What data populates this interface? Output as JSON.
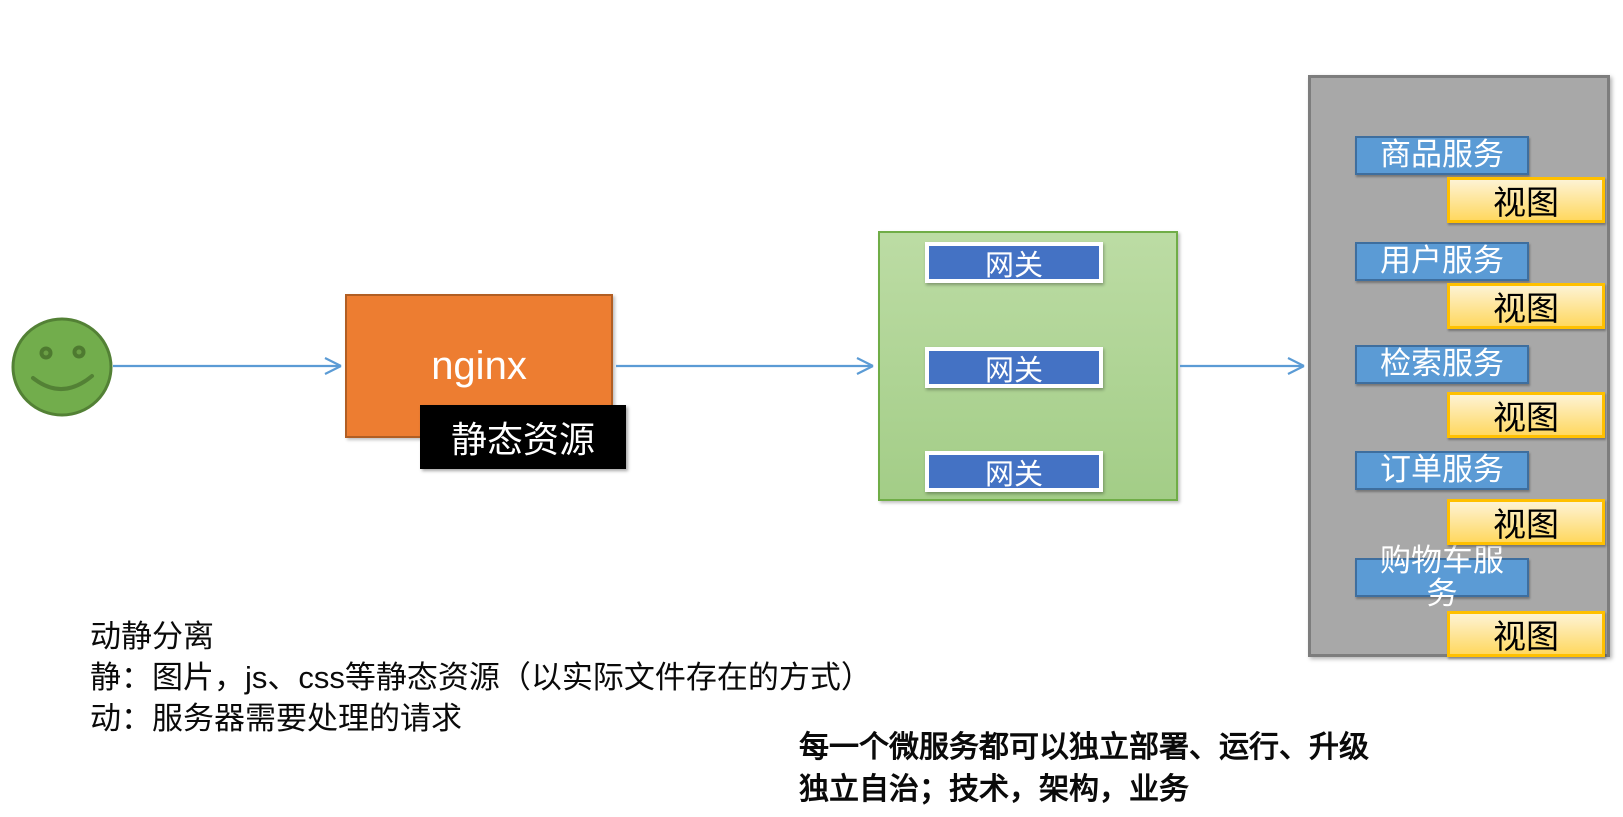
{
  "client": {
    "icon": "smiley-face-icon"
  },
  "nginx": {
    "label": "nginx"
  },
  "static_resources": {
    "label": "静态资源"
  },
  "gateways": [
    "网关",
    "网关",
    "网关"
  ],
  "services": [
    {
      "name": "商品服务",
      "view": "视图"
    },
    {
      "name": "用户服务",
      "view": "视图"
    },
    {
      "name": "检索服务",
      "view": "视图"
    },
    {
      "name": "订单服务",
      "view": "视图"
    },
    {
      "name": "购物车服务",
      "view": "视图"
    }
  ],
  "notes_left": {
    "lines": [
      "动静分离",
      "静：图片，js、css等静态资源（以实际文件存在的方式）",
      "动：服务器需要处理的请求"
    ]
  },
  "notes_right": {
    "lines": [
      "每一个微服务都可以独立部署、运行、升级",
      "独立自治；技术，架构，业务"
    ]
  },
  "colors": {
    "nginx_orange": "#ed7d31",
    "gateway_blue": "#4472c4",
    "cluster_green": "#a9d18e",
    "service_blue": "#5b9bd5",
    "view_yellow": "#ffd966",
    "view_border": "#ffc000",
    "panel_gray": "#a8a8a8",
    "arrow_blue": "#5b9bd5",
    "client_green": "#70ad47"
  }
}
